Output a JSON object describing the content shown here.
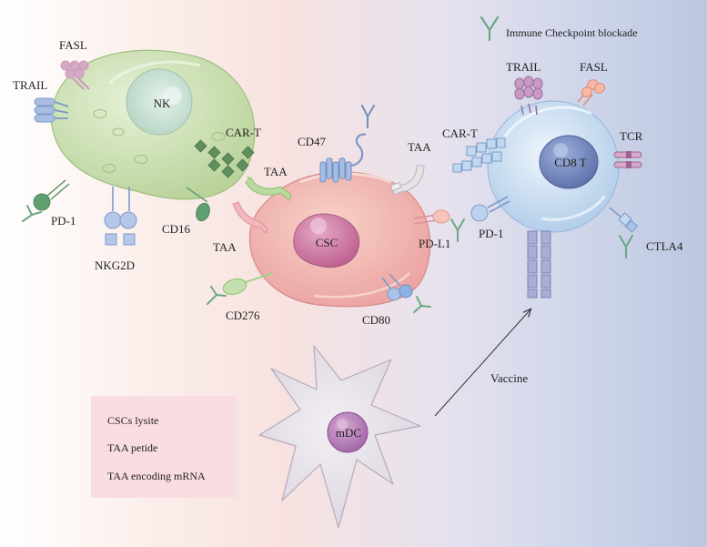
{
  "legend": {
    "checkpoint_label": "Immune Checkpoint blockade"
  },
  "cells": {
    "nk": "NK",
    "csc": "CSC",
    "cd8": "CD8 T",
    "mdc": "mDC"
  },
  "nk_labels": {
    "fasl": "FASL",
    "trail": "TRAIL",
    "car_t": "CAR-T",
    "pd1": "PD-1",
    "nkg2d": "NKG2D",
    "cd16": "CD16"
  },
  "csc_labels": {
    "cd47": "CD47",
    "taa_top": "TAA",
    "taa_right": "TAA",
    "taa_left": "TAA",
    "pdl1": "PD-L1",
    "cd276": "CD276",
    "cd80": "CD80"
  },
  "cd8_labels": {
    "trail": "TRAIL",
    "fasl": "FASL",
    "car_t": "CAR-T",
    "tcr": "TCR",
    "pd1": "PD-1",
    "ctla4": "CTLA4"
  },
  "vaccine": {
    "label": "Vaccine",
    "items": [
      "CSCs lysite",
      "TAA petide",
      "TAA encoding mRNA"
    ]
  },
  "colors": {
    "nk_fill": "#d3e4bb",
    "csc_fill": "#f3bfbb",
    "cd8_fill": "#cfe0f3",
    "mdc_fill": "#e2dde5",
    "antibody": "#5fa37a"
  }
}
